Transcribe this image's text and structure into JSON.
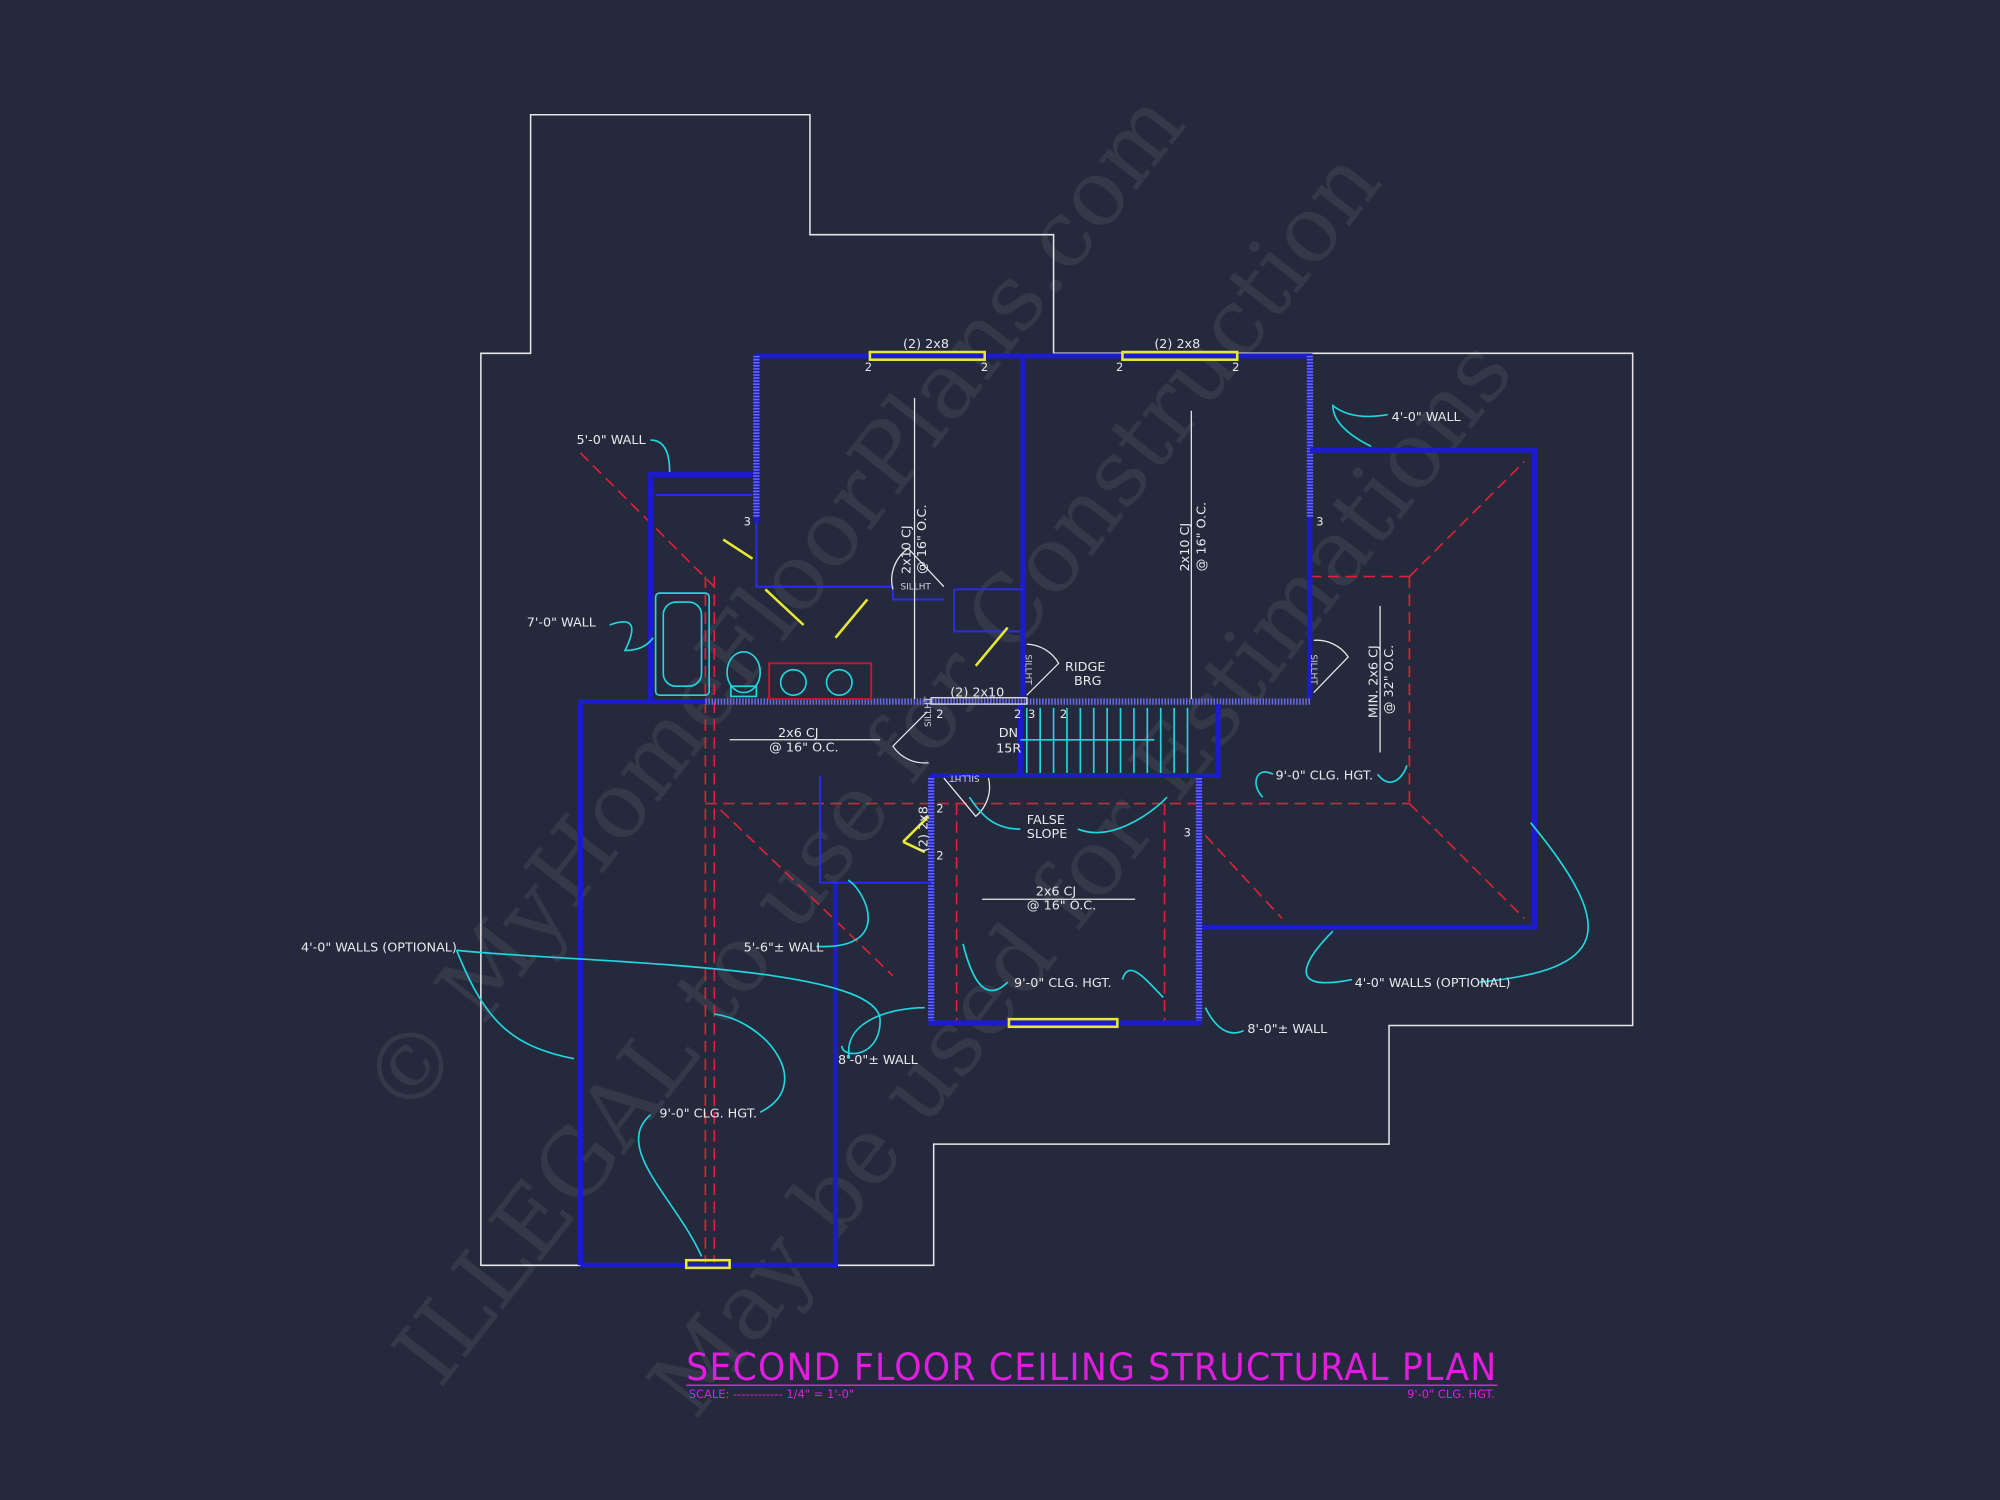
{
  "drawing": {
    "title": "SECOND FLOOR CEILING STRUCTURAL PLAN",
    "scale": "SCALE: ------------ 1/4\" = 1'-0\"",
    "ceiling_height": "9'-0\" CLG. HGT."
  },
  "watermark": {
    "line1": "© MyHomeFloorPlans.com",
    "line2": "ILLEGAL to use for Construction",
    "line3": "May be used for Estimations"
  },
  "labels": {
    "header_left": "(2) 2x8",
    "header_right": "(2) 2x8",
    "header_mid": "(2) 2x10",
    "header_closet": "(2) 2x8",
    "cj_left_1": "2x10 CJ",
    "cj_left_2": "@ 16\" O.C.",
    "cj_right_1": "2x10 CJ",
    "cj_right_2": "@ 16\" O.C.",
    "cj_hall_1": "2x6 CJ",
    "cj_hall_2": "@ 16\" O.C.",
    "cj_lower_1": "2x6 CJ",
    "cj_lower_2": "@ 16\" O.C.",
    "cj_wing_1": "MIN. 2x6 CJ",
    "cj_wing_2": "@ 32\" O.C.",
    "wall_5": "5'-0\" WALL",
    "wall_7": "7'-0\" WALL",
    "wall_4_right": "4'-0\" WALL",
    "walls_4_opt_left": "4'-0\" WALLS (OPTIONAL)",
    "walls_4_opt_right": "4'-0\" WALLS (OPTIONAL)",
    "wall_56": "5'-6\"± WALL",
    "wall_8_left": "8'-0\"± WALL",
    "wall_8_right": "8'-0\"± WALL",
    "clg_left": "9'-0\" CLG. HGT.",
    "clg_mid": "9'-0\" CLG. HGT.",
    "clg_right": "9'-0\" CLG. HGT.",
    "ridge_1": "RIDGE",
    "ridge_2": "BRG",
    "false_1": "FALSE",
    "false_2": "SLOPE",
    "stair_1": "DN",
    "stair_2": "15R",
    "sillht": "SILLHT",
    "post_2": "2",
    "post_3": "3"
  },
  "colors": {
    "background": "#242a3b",
    "walls": "#1c1ccc",
    "title": "#e01de0",
    "leaders": "#22d6e0",
    "headers": "#e8e832",
    "ridge_lines": "#e0203a"
  }
}
